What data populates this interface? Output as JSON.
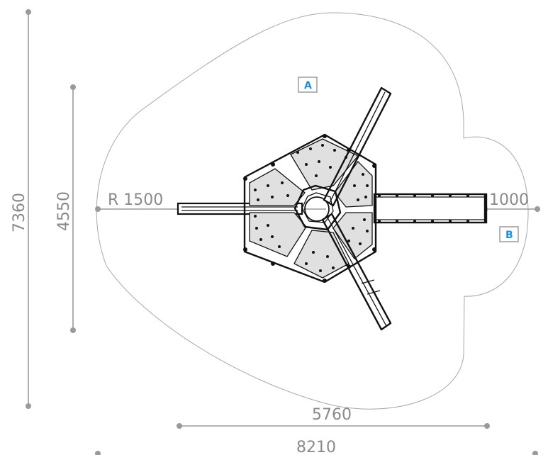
{
  "dimensions": {
    "overall_height": "7360",
    "structure_height": "4550",
    "radius_label": "R 1500",
    "offset_right": "1000",
    "structure_width": "5760",
    "overall_width": "8210"
  },
  "zones": {
    "a": "A",
    "b": "B"
  },
  "colors": {
    "dimension": "#9a9a9a",
    "zone_label": "#1e8fe0",
    "structure": "#111111",
    "panel_fill": "#e0e0e0"
  }
}
